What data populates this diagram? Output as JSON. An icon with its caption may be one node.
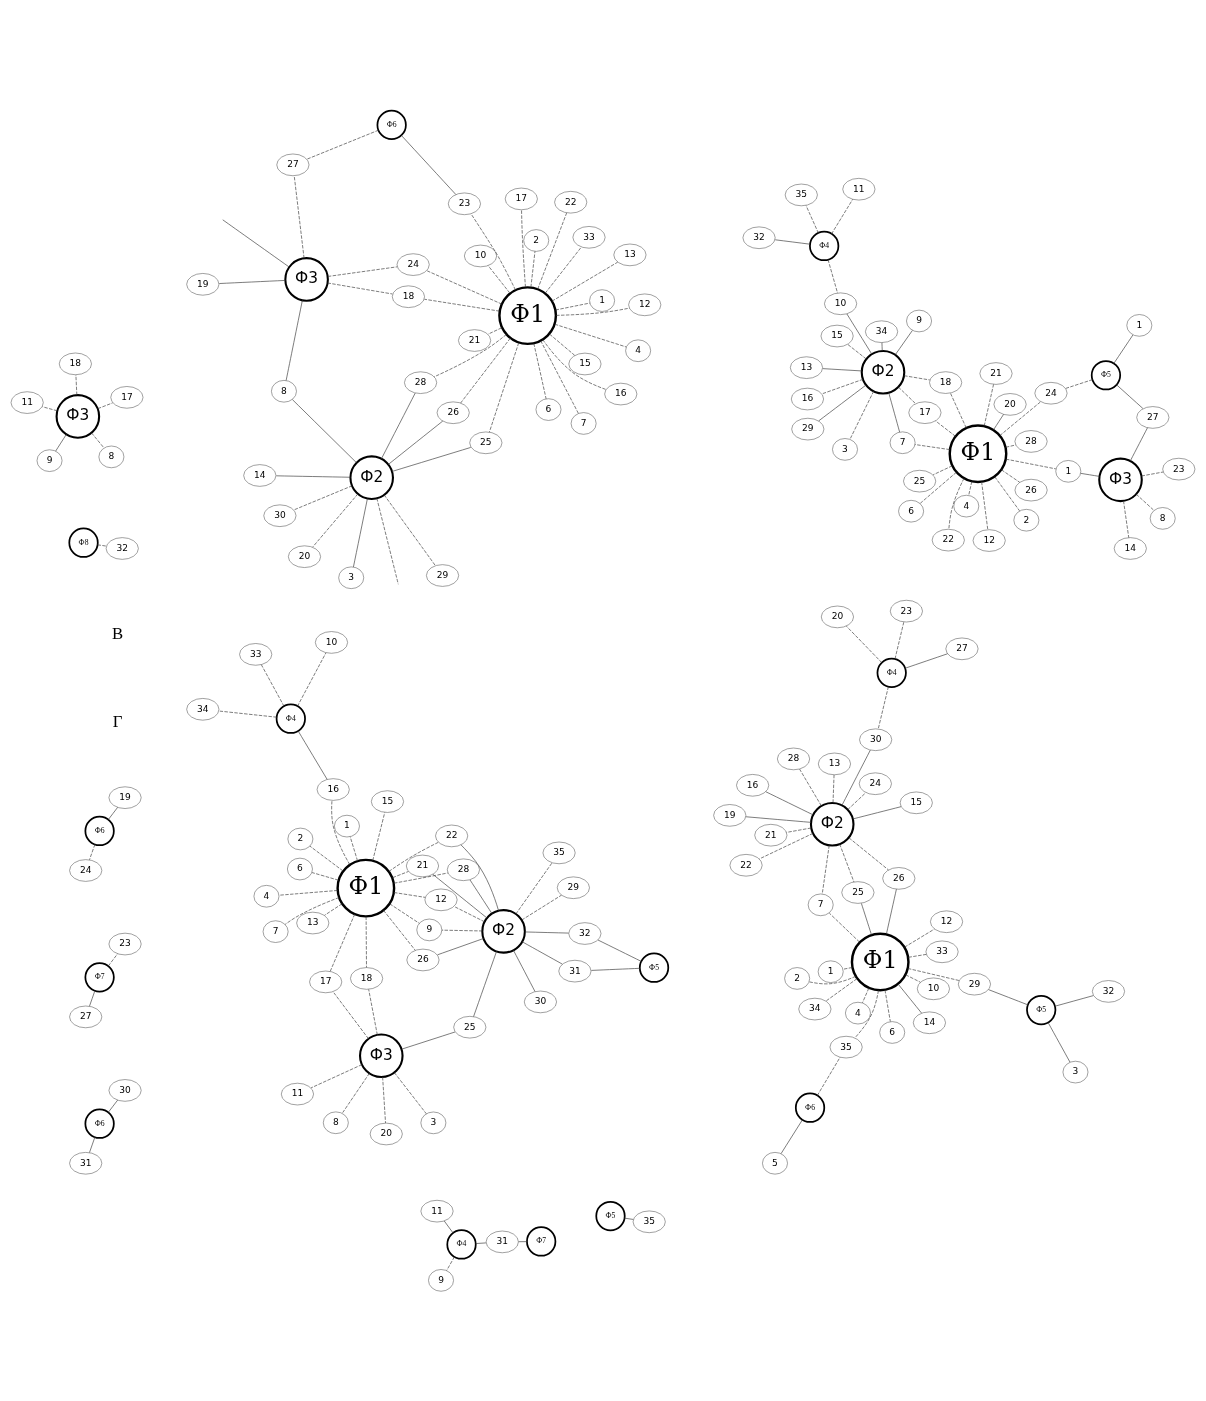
{
  "diagram": {
    "nodes": [
      {
        "text": [
          "Ф1"
        ]
      },
      {
        "text": [
          "Ф2"
        ]
      },
      {
        "text": [
          "Ф3"
        ]
      },
      {
        "text": [
          "Ф4"
        ]
      },
      {
        "text": [
          "Ф5"
        ]
      },
      {
        "text": [
          "Ф6"
        ]
      },
      {
        "text": [
          "Ф7"
        ]
      },
      {
        "text": [
          "1"
        ]
      },
      {
        "text": [
          "2"
        ]
      },
      {
        "text": [
          "3"
        ]
      },
      {
        "text": [
          "4"
        ]
      },
      {
        "text": [
          "6"
        ]
      },
      {
        "text": [
          "7"
        ]
      },
      {
        "text": [
          "8"
        ]
      },
      {
        "text": [
          "9"
        ]
      },
      {
        "text": [
          "10"
        ]
      },
      {
        "text": [
          "11"
        ]
      },
      {
        "text": [
          "12"
        ]
      },
      {
        "text": [
          "13"
        ]
      },
      {
        "text": [
          "15"
        ]
      },
      {
        "text": [
          "16"
        ]
      },
      {
        "text": [
          "17"
        ]
      },
      {
        "text": [
          "18"
        ]
      },
      {
        "text": [
          "19"
        ]
      },
      {
        "text": [
          "20"
        ]
      },
      {
        "text": [
          "21"
        ]
      },
      {
        "text": [
          "22"
        ]
      },
      {
        "text": [
          "23"
        ]
      },
      {
        "text": [
          "24"
        ]
      },
      {
        "text": [
          "25"
        ]
      },
      {
        "text": [
          "26"
        ]
      },
      {
        "text": [
          "27"
        ]
      },
      {
        "text": [
          "28"
        ]
      },
      {
        "text": [
          "29"
        ]
      },
      {
        "text": [
          "30"
        ]
      },
      {
        "text": [
          "31"
        ]
      },
      {
        "text": [
          "32"
        ]
      },
      {
        "text": [
          "33"
        ]
      },
      {
        "text": [
          "34"
        ]
      },
      {
        "text": [
          "35"
        ]
      },
      {
        "text": [
          "Ф1"
        ]
      },
      {
        "text": [
          "Ф2"
        ]
      },
      {
        "text": [
          "Ф3"
        ]
      },
      {
        "text": [
          "Ф4"
        ]
      },
      {
        "text": [
          "Ф5"
        ]
      },
      {
        "text": [
          "Ф6"
        ]
      },
      {
        "text": [
          "1"
        ]
      },
      {
        "text": [
          "1"
        ]
      },
      {
        "text": [
          "2"
        ]
      },
      {
        "text": [
          "3"
        ]
      },
      {
        "text": [
          "4"
        ]
      },
      {
        "text": [
          "6"
        ]
      },
      {
        "text": [
          "7"
        ]
      },
      {
        "text": [
          "8"
        ]
      },
      {
        "text": [
          "9"
        ]
      },
      {
        "text": [
          "10"
        ]
      },
      {
        "text": [
          "11"
        ]
      },
      {
        "text": [
          "12"
        ]
      },
      {
        "text": [
          "13"
        ]
      },
      {
        "text": [
          "14"
        ]
      },
      {
        "text": [
          "15"
        ]
      },
      {
        "text": [
          "16"
        ]
      },
      {
        "text": [
          "17"
        ]
      },
      {
        "text": [
          "18"
        ]
      },
      {
        "text": [
          "20"
        ]
      },
      {
        "text": [
          "21"
        ]
      },
      {
        "text": [
          "22"
        ]
      },
      {
        "text": [
          "23"
        ]
      },
      {
        "text": [
          "24"
        ]
      },
      {
        "text": [
          "25"
        ]
      },
      {
        "text": [
          "26"
        ]
      },
      {
        "text": [
          "27"
        ]
      },
      {
        "text": [
          "28"
        ]
      },
      {
        "text": [
          "29"
        ]
      },
      {
        "text": [
          "30"
        ]
      },
      {
        "text": [
          "31"
        ]
      },
      {
        "text": [
          "32"
        ]
      },
      {
        "text": [
          "34"
        ]
      },
      {
        "text": [
          "35"
        ]
      },
      {
        "text": [
          "Ф1"
        ]
      },
      {
        "text": [
          "Ф2"
        ]
      },
      {
        "text": [
          "Ф3"
        ]
      },
      {
        "text": [
          "Ф4"
        ]
      },
      {
        "text": [
          "Ф5"
        ]
      },
      {
        "text": [
          "Ф6"
        ]
      },
      {
        "text": [
          "1"
        ]
      },
      {
        "text": [
          "2"
        ]
      },
      {
        "text": [
          "3"
        ]
      },
      {
        "text": [
          "4"
        ]
      },
      {
        "text": [
          "5"
        ]
      },
      {
        "text": [
          "6"
        ]
      },
      {
        "text": [
          "7"
        ]
      },
      {
        "text": [
          "8"
        ]
      },
      {
        "text": [
          "9"
        ]
      },
      {
        "text": [
          "10"
        ]
      },
      {
        "text": [
          "11"
        ]
      },
      {
        "text": [
          "12"
        ]
      },
      {
        "text": [
          "13"
        ]
      },
      {
        "text": [
          "14"
        ]
      },
      {
        "text": [
          "15"
        ]
      },
      {
        "text": [
          "16"
        ]
      },
      {
        "text": [
          "17"
        ]
      },
      {
        "text": [
          "18"
        ]
      },
      {
        "text": [
          "19"
        ]
      },
      {
        "text": [
          "20"
        ]
      },
      {
        "text": [
          "21"
        ]
      },
      {
        "text": [
          "22"
        ]
      },
      {
        "text": [
          "23"
        ]
      },
      {
        "text": [
          "24"
        ]
      },
      {
        "text": [
          "25"
        ]
      },
      {
        "text": [
          "26"
        ]
      },
      {
        "text": [
          "27"
        ]
      },
      {
        "text": [
          "28"
        ]
      },
      {
        "text": [
          "29"
        ]
      },
      {
        "text": [
          "30"
        ]
      },
      {
        "text": [
          "32"
        ]
      },
      {
        "text": [
          "33"
        ]
      },
      {
        "text": [
          "34"
        ]
      },
      {
        "text": [
          "35"
        ]
      },
      {
        "text": [
          "Ф1"
        ]
      },
      {
        "text": [
          "Ф2"
        ]
      },
      {
        "text": [
          "Ф3"
        ]
      },
      {
        "text": [
          "Ф4"
        ]
      },
      {
        "text": [
          "Ф5"
        ]
      },
      {
        "text": [
          "Ф6"
        ]
      },
      {
        "text": [
          "Ф7"
        ]
      },
      {
        "text": [
          "Ф8"
        ]
      },
      {
        "text": [
          "1"
        ]
      },
      {
        "text": [
          "2"
        ]
      },
      {
        "text": [
          "3"
        ]
      },
      {
        "text": [
          "4"
        ]
      },
      {
        "text": [
          "6"
        ]
      },
      {
        "text": [
          "7"
        ]
      },
      {
        "text": [
          "8"
        ]
      },
      {
        "text": [
          "9"
        ]
      },
      {
        "text": [
          "10"
        ]
      },
      {
        "text": [
          "11"
        ]
      },
      {
        "text": [
          "12"
        ]
      },
      {
        "text": [
          "13"
        ]
      },
      {
        "text": [
          "14"
        ]
      },
      {
        "text": [
          "15"
        ]
      },
      {
        "text": [
          "16"
        ]
      },
      {
        "text": [
          "17"
        ]
      },
      {
        "text": [
          "18"
        ]
      },
      {
        "text": [
          "19"
        ]
      },
      {
        "text": [
          "20"
        ]
      },
      {
        "text": [
          "21"
        ]
      },
      {
        "text": [
          "22"
        ]
      },
      {
        "text": [
          "23"
        ]
      },
      {
        "text": [
          "24"
        ]
      },
      {
        "text": [
          "25"
        ]
      },
      {
        "text": [
          "26"
        ]
      },
      {
        "text": [
          "27"
        ]
      },
      {
        "text": [
          "28"
        ]
      },
      {
        "text": [
          "29"
        ]
      },
      {
        "text": [
          "30"
        ]
      },
      {
        "text": [
          "31"
        ]
      },
      {
        "text": [
          "32"
        ]
      },
      {
        "text": [
          "33"
        ]
      },
      {
        "text": [
          "35"
        ]
      }
    ],
    "edges": [
      {
        "from": 5,
        "to": 23,
        "arrow": "none"
      },
      {
        "from": 5,
        "to": 28,
        "arrow": "none",
        "style": "dashed"
      },
      {
        "from": 6,
        "to": 27,
        "arrow": "none",
        "style": "dashed"
      },
      {
        "from": 6,
        "to": 31,
        "arrow": "none"
      },
      {
        "from": 4,
        "to": 35,
        "arrow": "none"
      },
      {
        "from": 4,
        "to": 36,
        "arrow": "none"
      },
      {
        "from": 1,
        "to": 36,
        "arrow": "none"
      },
      {
        "from": 1,
        "to": 35,
        "arrow": "none"
      },
      {
        "from": 1,
        "to": 39,
        "arrow": "none",
        "style": "dashed"
      },
      {
        "from": 1,
        "to": 34,
        "arrow": "none"
      },
      {
        "from": 1,
        "to": 33,
        "arrow": "none",
        "style": "dashed"
      },
      {
        "from": 1,
        "to": 32,
        "arrow": "none"
      },
      {
        "from": 1,
        "to": 30,
        "arrow": "none"
      },
      {
        "from": 1,
        "to": 26,
        "arrow": "none"
      },
      {
        "from": 1,
        "to": 25,
        "arrow": "none"
      },
      {
        "from": 1,
        "to": 29,
        "arrow": "none"
      },
      {
        "from": 1,
        "to": 17,
        "arrow": "none",
        "style": "dashed"
      },
      {
        "from": 1,
        "to": 14,
        "arrow": "none",
        "style": "dashed"
      },
      {
        "from": 0,
        "to": 32,
        "arrow": "none",
        "style": "dashed"
      },
      {
        "from": 0,
        "to": 7,
        "arrow": "none",
        "style": "dashed"
      },
      {
        "from": 0,
        "to": 8,
        "arrow": "none",
        "style": "dashed"
      },
      {
        "from": 0,
        "to": 10,
        "arrow": "none",
        "style": "dashed"
      },
      {
        "from": 0,
        "to": 11,
        "arrow": "none",
        "style": "dashed"
      },
      {
        "from": 0,
        "to": 12,
        "arrow": "none",
        "style": "dashed"
      },
      {
        "from": 0,
        "to": 14,
        "arrow": "none",
        "style": "dashed"
      },
      {
        "from": 0,
        "to": 17,
        "arrow": "none",
        "style": "dashed"
      },
      {
        "from": 0,
        "to": 18,
        "arrow": "none",
        "style": "dashed"
      },
      {
        "from": 0,
        "to": 19,
        "arrow": "none",
        "style": "dashed"
      },
      {
        "from": 0,
        "to": 20,
        "arrow": "none",
        "style": "dashed"
      },
      {
        "from": 0,
        "to": 21,
        "arrow": "none",
        "style": "dashed"
      },
      {
        "from": 0,
        "to": 22,
        "arrow": "none",
        "style": "dashed"
      },
      {
        "from": 0,
        "to": 25,
        "arrow": "none",
        "style": "dashed"
      },
      {
        "from": 0,
        "to": 26,
        "arrow": "none",
        "style": "dashed"
      },
      {
        "from": 0,
        "to": 30,
        "arrow": "none",
        "style": "dashed"
      },
      {
        "from": 29,
        "to": 2,
        "arrow": "none"
      },
      {
        "from": 2,
        "to": 9,
        "arrow": "none",
        "style": "dashed"
      },
      {
        "from": 2,
        "to": 13,
        "arrow": "none",
        "style": "dashed"
      },
      {
        "from": 2,
        "to": 22,
        "arrow": "none",
        "style": "dashed"
      },
      {
        "from": 2,
        "to": 21,
        "arrow": "none",
        "style": "dashed"
      },
      {
        "from": 2,
        "to": 24,
        "arrow": "none",
        "style": "dashed"
      },
      {
        "from": 2,
        "to": 16,
        "arrow": "none",
        "style": "dashed"
      },
      {
        "from": 20,
        "to": 3,
        "arrow": "none"
      },
      {
        "from": 3,
        "to": 38,
        "arrow": "none",
        "style": "dashed"
      },
      {
        "from": 3,
        "to": 15,
        "arrow": "none",
        "style": "dashed"
      },
      {
        "from": 3,
        "to": 37,
        "arrow": "none",
        "style": "dashed"
      },
      {
        "from": 42,
        "to": 53,
        "arrow": "none",
        "style": "dashed"
      },
      {
        "from": 42,
        "to": 59,
        "arrow": "none",
        "style": "dashed"
      },
      {
        "from": 42,
        "to": 67,
        "arrow": "none",
        "style": "dashed"
      },
      {
        "from": 42,
        "to": 71,
        "arrow": "none"
      },
      {
        "from": 42,
        "to": 47,
        "arrow": "none"
      },
      {
        "from": 46,
        "to": 44,
        "arrow": "none"
      },
      {
        "from": 44,
        "to": 71,
        "arrow": "none"
      },
      {
        "from": 44,
        "to": 68,
        "arrow": "none",
        "style": "dashed"
      },
      {
        "from": 40,
        "to": 47,
        "arrow": "none",
        "style": "dashed"
      },
      {
        "from": 40,
        "to": 48,
        "arrow": "none",
        "style": "dashed"
      },
      {
        "from": 40,
        "to": 50,
        "arrow": "none",
        "style": "dashed"
      },
      {
        "from": 40,
        "to": 51,
        "arrow": "none",
        "style": "dashed"
      },
      {
        "from": 40,
        "to": 52,
        "arrow": "none",
        "style": "dashed"
      },
      {
        "from": 40,
        "to": 57,
        "arrow": "none",
        "style": "dashed"
      },
      {
        "from": 40,
        "to": 62,
        "arrow": "none",
        "style": "dashed"
      },
      {
        "from": 40,
        "to": 63,
        "arrow": "none",
        "style": "dashed"
      },
      {
        "from": 40,
        "to": 65,
        "arrow": "none",
        "style": "dashed"
      },
      {
        "from": 40,
        "to": 66,
        "arrow": "none",
        "style": "dashed"
      },
      {
        "from": 40,
        "to": 68,
        "arrow": "none",
        "style": "dashed"
      },
      {
        "from": 40,
        "to": 69,
        "arrow": "none",
        "style": "dashed"
      },
      {
        "from": 40,
        "to": 70,
        "arrow": "none",
        "style": "dashed"
      },
      {
        "from": 40,
        "to": 72,
        "arrow": "none",
        "style": "dashed"
      },
      {
        "from": 40,
        "to": 64,
        "arrow": "none"
      },
      {
        "from": 52,
        "to": 41,
        "arrow": "none"
      },
      {
        "from": 41,
        "to": 54,
        "arrow": "none"
      },
      {
        "from": 41,
        "to": 55,
        "arrow": "none"
      },
      {
        "from": 41,
        "to": 62,
        "arrow": "none",
        "style": "dashed"
      },
      {
        "from": 41,
        "to": 49,
        "arrow": "none",
        "style": "dashed"
      },
      {
        "from": 41,
        "to": 63,
        "arrow": "none",
        "style": "dashed"
      },
      {
        "from": 41,
        "to": 58,
        "arrow": "none"
      },
      {
        "from": 41,
        "to": 60,
        "arrow": "none",
        "style": "dashed"
      },
      {
        "from": 41,
        "to": 61,
        "arrow": "none",
        "style": "dashed"
      },
      {
        "from": 41,
        "to": 73,
        "arrow": "none"
      },
      {
        "from": 41,
        "to": 77,
        "arrow": "none"
      },
      {
        "from": 43,
        "to": 56,
        "arrow": "none",
        "style": "dashed"
      },
      {
        "from": 43,
        "to": 76,
        "arrow": "none"
      },
      {
        "from": 43,
        "to": 78,
        "arrow": "none",
        "style": "dashed"
      },
      {
        "from": 43,
        "to": 55,
        "arrow": "none",
        "style": "dashed"
      },
      {
        "from": 45,
        "to": 74,
        "arrow": "none"
      },
      {
        "from": 45,
        "to": 75,
        "arrow": "none"
      },
      {
        "from": 84,
        "to": 89,
        "arrow": "none"
      },
      {
        "from": 84,
        "to": 118,
        "arrow": "none",
        "style": "dashed"
      },
      {
        "from": 83,
        "to": 115,
        "arrow": "none"
      },
      {
        "from": 83,
        "to": 87,
        "arrow": "none"
      },
      {
        "from": 83,
        "to": 113,
        "arrow": "none"
      },
      {
        "from": 79,
        "to": 118,
        "arrow": "none",
        "style": "dashed"
      },
      {
        "from": 79,
        "to": 85,
        "arrow": "none",
        "style": "dashed"
      },
      {
        "from": 79,
        "to": 86,
        "arrow": "none",
        "style": "dashed"
      },
      {
        "from": 79,
        "to": 88,
        "arrow": "none",
        "style": "dashed"
      },
      {
        "from": 79,
        "to": 90,
        "arrow": "none",
        "style": "dashed"
      },
      {
        "from": 79,
        "to": 91,
        "arrow": "none",
        "style": "dashed"
      },
      {
        "from": 79,
        "to": 94,
        "arrow": "none",
        "style": "dashed"
      },
      {
        "from": 79,
        "to": 96,
        "arrow": "none",
        "style": "dashed"
      },
      {
        "from": 79,
        "to": 98,
        "arrow": "none"
      },
      {
        "from": 79,
        "to": 109,
        "arrow": "none"
      },
      {
        "from": 79,
        "to": 110,
        "arrow": "none"
      },
      {
        "from": 79,
        "to": 113,
        "arrow": "none",
        "style": "dashed"
      },
      {
        "from": 79,
        "to": 116,
        "arrow": "none",
        "style": "dashed"
      },
      {
        "from": 79,
        "to": 117,
        "arrow": "none",
        "style": "dashed"
      },
      {
        "from": 80,
        "to": 110,
        "arrow": "none",
        "style": "dashed"
      },
      {
        "from": 80,
        "to": 109,
        "arrow": "none",
        "style": "dashed"
      },
      {
        "from": 80,
        "to": 91,
        "arrow": "none",
        "style": "dashed"
      },
      {
        "from": 80,
        "to": 97,
        "arrow": "none",
        "style": "dashed"
      },
      {
        "from": 80,
        "to": 99,
        "arrow": "none"
      },
      {
        "from": 80,
        "to": 100,
        "arrow": "none"
      },
      {
        "from": 80,
        "to": 103,
        "arrow": "none"
      },
      {
        "from": 80,
        "to": 105,
        "arrow": "none",
        "style": "dashed"
      },
      {
        "from": 80,
        "to": 106,
        "arrow": "none",
        "style": "dashed"
      },
      {
        "from": 80,
        "to": 108,
        "arrow": "none",
        "style": "dashed"
      },
      {
        "from": 80,
        "to": 112,
        "arrow": "none",
        "style": "dashed"
      },
      {
        "from": 80,
        "to": 114,
        "arrow": "none"
      },
      {
        "from": 82,
        "to": 104,
        "arrow": "none",
        "style": "dashed"
      },
      {
        "from": 82,
        "to": 111,
        "arrow": "none"
      },
      {
        "from": 82,
        "to": 107,
        "arrow": "none",
        "style": "dashed"
      },
      {
        "from": 82,
        "to": 114,
        "arrow": "none",
        "style": "dashed"
      },
      {
        "from": 81,
        "to": 102,
        "arrow": "none",
        "style": "dashed"
      },
      {
        "from": 81,
        "to": 92,
        "arrow": "none",
        "style": "dashed"
      },
      {
        "from": 81,
        "to": 93,
        "arrow": "none"
      },
      {
        "from": 81,
        "to": 95,
        "arrow": "none",
        "style": "dashed"
      },
      {
        "from": 81,
        "to": 101,
        "arrow": "none",
        "style": "dashed"
      },
      {
        "from": 120,
        "to": 155,
        "arrow": "none",
        "style": "dashed"
      },
      {
        "from": 120,
        "to": 154,
        "arrow": "none",
        "style": "dashed"
      },
      {
        "from": 120,
        "to": 129,
        "arrow": "none"
      },
      {
        "from": 120,
        "to": 145,
        "arrow": "none",
        "style": "dashed"
      },
      {
        "from": 120,
        "to": 139,
        "arrow": "none"
      },
      {
        "from": 120,
        "to": 153,
        "arrow": "none"
      },
      {
        "from": 120,
        "to": 151,
        "arrow": "none"
      },
      {
        "from": 120,
        "to": 150,
        "arrow": "none"
      },
      {
        "from": 120,
        "to": 133,
        "arrow": "none"
      },
      {
        "from": 120,
        "to": null,
        "arrow": "none",
        "style": "dashed"
      },
      {
        "from": 133,
        "to": 121,
        "arrow": "none"
      },
      {
        "from": 121,
        "to": 144,
        "arrow": "none"
      },
      {
        "from": 121,
        "to": 149,
        "arrow": "none",
        "style": "dashed"
      },
      {
        "from": 121,
        "to": 152,
        "arrow": "none",
        "style": "dashed"
      },
      {
        "from": 121,
        "to": 143,
        "arrow": "none",
        "style": "dashed"
      },
      {
        "from": 121,
        "to": null,
        "arrow": "none"
      },
      {
        "from": 124,
        "to": 148,
        "arrow": "none"
      },
      {
        "from": 124,
        "to": 152,
        "arrow": "none",
        "style": "dashed"
      },
      {
        "from": 119,
        "to": 158,
        "arrow": "none",
        "style": "dashed"
      },
      {
        "from": 119,
        "to": 127,
        "arrow": "none",
        "style": "dashed"
      },
      {
        "from": 119,
        "to": 128,
        "arrow": "none",
        "style": "dashed"
      },
      {
        "from": 119,
        "to": 130,
        "arrow": "none",
        "style": "dashed"
      },
      {
        "from": 119,
        "to": 131,
        "arrow": "none",
        "style": "dashed"
      },
      {
        "from": 119,
        "to": 132,
        "arrow": "none",
        "style": "dashed"
      },
      {
        "from": 119,
        "to": 137,
        "arrow": "none",
        "style": "dashed"
      },
      {
        "from": 119,
        "to": 135,
        "arrow": "none",
        "style": "dashed"
      },
      {
        "from": 119,
        "to": 138,
        "arrow": "none",
        "style": "dashed"
      },
      {
        "from": 119,
        "to": 140,
        "arrow": "none",
        "style": "dashed"
      },
      {
        "from": 119,
        "to": 141,
        "arrow": "none",
        "style": "dashed"
      },
      {
        "from": 119,
        "to": 142,
        "arrow": "none",
        "style": "dashed"
      },
      {
        "from": 119,
        "to": 143,
        "arrow": "none",
        "style": "dashed"
      },
      {
        "from": 119,
        "to": 146,
        "arrow": "none",
        "style": "dashed"
      },
      {
        "from": 119,
        "to": 147,
        "arrow": "none",
        "style": "dashed"
      },
      {
        "from": 119,
        "to": 148,
        "arrow": "none",
        "style": "dashed"
      },
      {
        "from": 119,
        "to": 149,
        "arrow": "none",
        "style": "dashed"
      },
      {
        "from": 119,
        "to": 150,
        "arrow": "none",
        "style": "dashed"
      },
      {
        "from": 119,
        "to": 151,
        "arrow": "none",
        "style": "dashed"
      },
      {
        "from": 119,
        "to": 153,
        "arrow": "none",
        "style": "dashed"
      },
      {
        "from": 125,
        "to": 156,
        "arrow": "none"
      },
      {
        "from": 156,
        "to": 122,
        "arrow": "none"
      },
      {
        "from": 122,
        "to": 136,
        "arrow": "none"
      },
      {
        "from": 122,
        "to": 134,
        "arrow": "none",
        "style": "dashed"
      },
      {
        "from": 123,
        "to": 159,
        "arrow": "none"
      },
      {
        "from": 126,
        "to": 157,
        "arrow": "none",
        "style": "dashed"
      }
    ],
    "labels": [
      "В",
      "Г"
    ]
  }
}
